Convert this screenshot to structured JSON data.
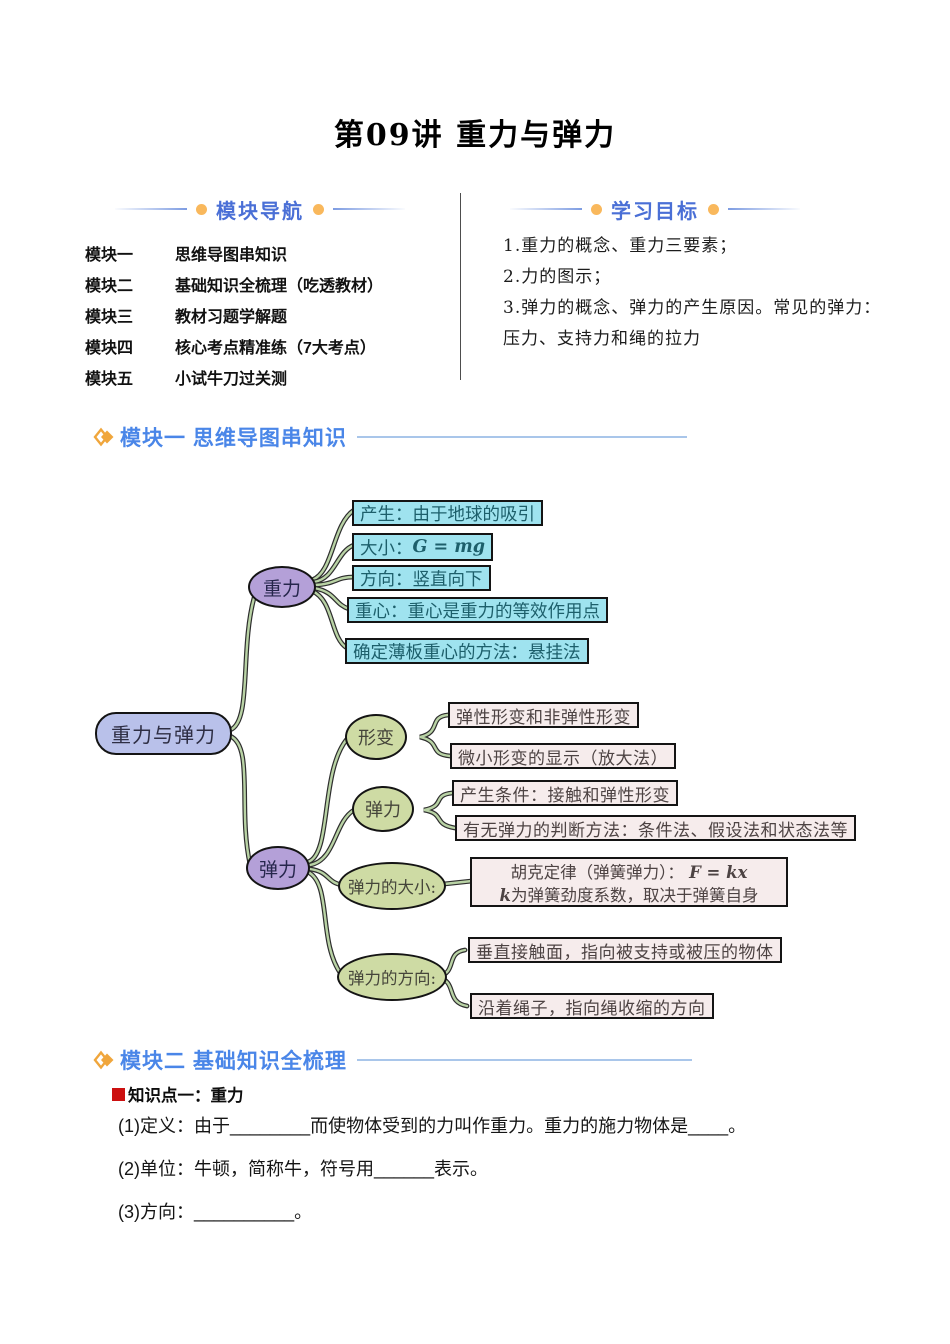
{
  "page": {
    "title": "第09讲 重力与弹力"
  },
  "nav": {
    "title": "模块导航",
    "items": [
      {
        "label": "模块一",
        "text": "思维导图串知识"
      },
      {
        "label": "模块二",
        "text": "基础知识全梳理（吃透教材）"
      },
      {
        "label": "模块三",
        "text": "教材习题学解题"
      },
      {
        "label": "模块四",
        "text": "核心考点精准练（7大考点）"
      },
      {
        "label": "模块五",
        "text": "小试牛刀过关测"
      }
    ]
  },
  "objectives": {
    "title": "学习目标",
    "lines": [
      "1.重力的概念、重力三要素；",
      "2.力的图示；",
      "3.弹力的概念、弹力的产生原因。常见的弹力：",
      "压力、支持力和绳的拉力"
    ]
  },
  "section1": {
    "title": "模块一 思维导图串知识"
  },
  "section2": {
    "title": "模块二 基础知识全梳理"
  },
  "mindmap": {
    "root": "重力与弹力",
    "gravity": {
      "node": "重力",
      "produce": "产生：由于地球的吸引",
      "magnitude_label": "大小：",
      "magnitude_formula": "G = mg",
      "direction": "方向：竖直向下",
      "center": "重心：重心是重力的等效作用点",
      "method": "确定薄板重心的方法：悬挂法"
    },
    "elastic": {
      "node": "弹力",
      "deform": {
        "node": "形变",
        "types": "弹性形变和非弹性形变",
        "tiny": "微小形变的显示（放大法）"
      },
      "force": {
        "node": "弹力",
        "condition": "产生条件：接触和弹性形变",
        "judge": "有无弹力的判断方法：条件法、假设法和状态法等"
      },
      "magnitude": {
        "node": "弹力的大小:",
        "law_label": "胡克定律（弹簧弹力）：",
        "law_formula": "F = kx",
        "k_var": "k",
        "k_text": "为弹簧劲度系数，取决于弹簧自身"
      },
      "direction": {
        "node": "弹力的方向:",
        "normal": "垂直接触面，指向被支持或被压的物体",
        "rope": "沿着绳子，指向绳收缩的方向"
      }
    }
  },
  "knowledge": {
    "heading": "知识点一：重力",
    "items": [
      "(1)定义：由于________而使物体受到的力叫作重力。重力的施力物体是____。",
      "(2)单位：牛顿，简称牛，符号用______表示。",
      "(3)方向：__________。"
    ]
  },
  "colors": {
    "accent_blue": "#4a6fd6",
    "section_blue": "#4a86e8",
    "accent_orange": "#f9b85c",
    "diamond_gold": "#f0a63c",
    "cyan_box": "#9fe3ef",
    "pink_box": "#f6ecec",
    "green_node": "#cedba4",
    "purple_node": "#b4a0d8",
    "root_node": "#b9c1ea",
    "red_bullet": "#cc1010"
  }
}
